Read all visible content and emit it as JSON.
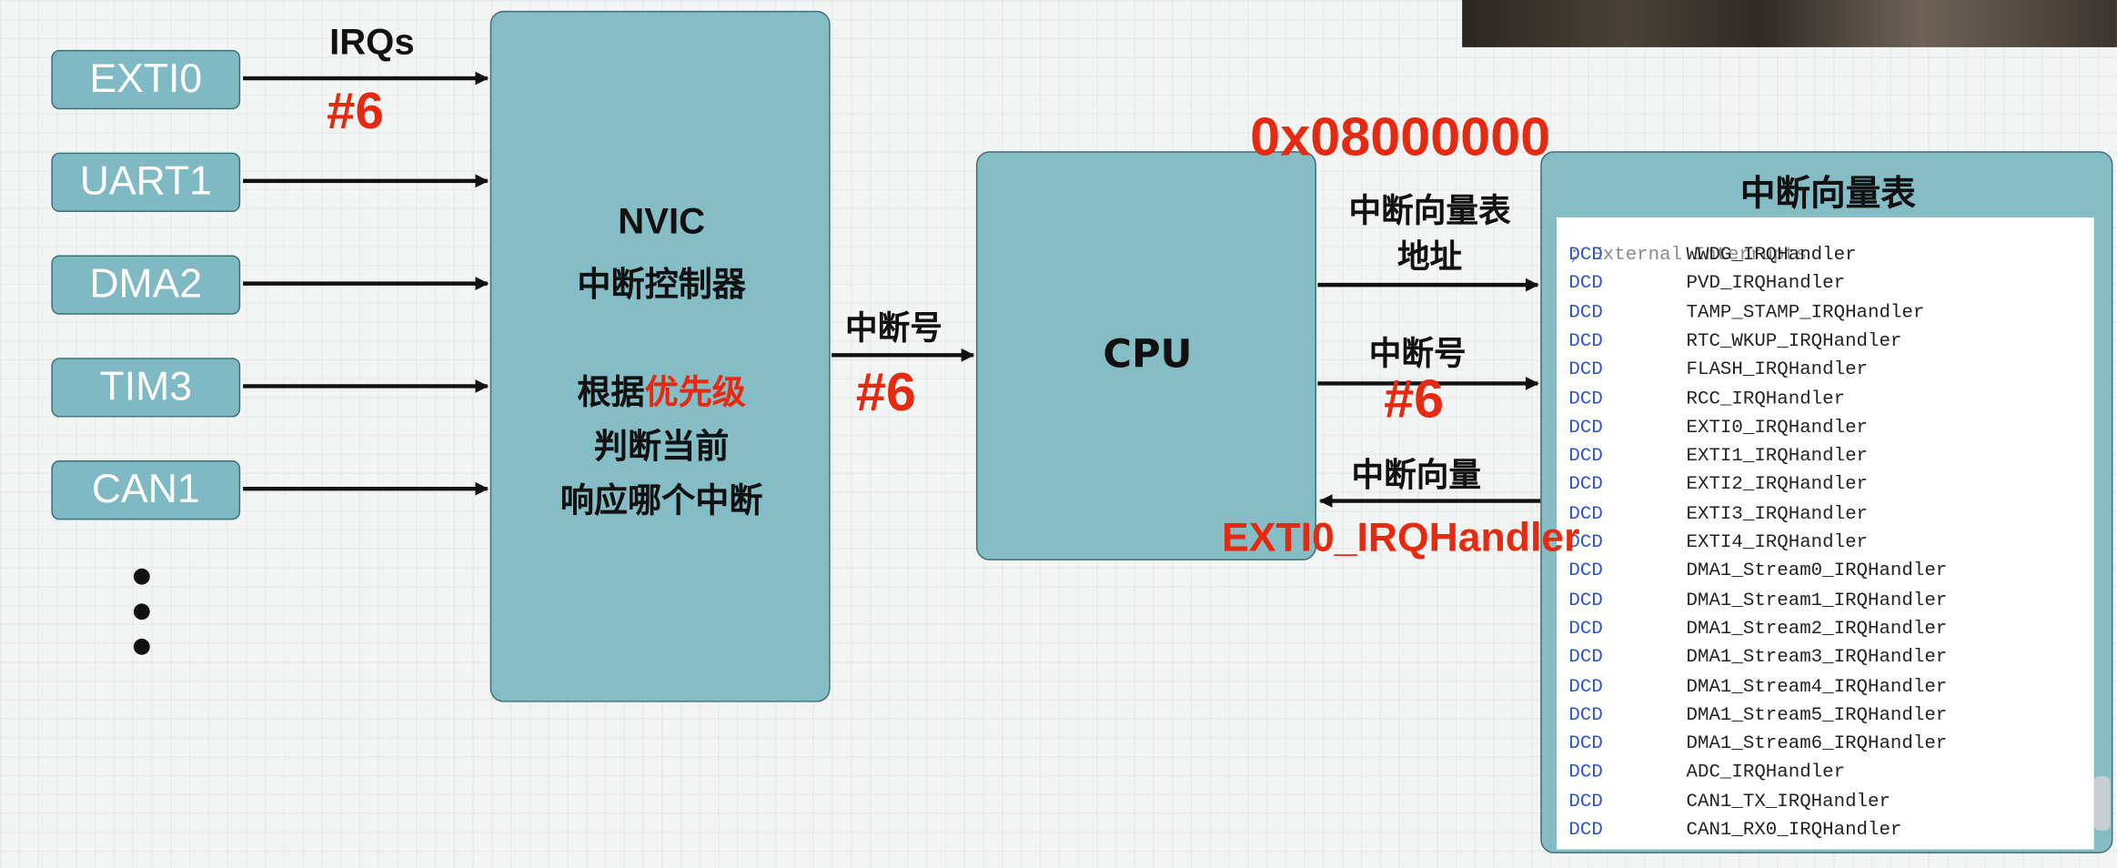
{
  "sources": [
    {
      "label": "EXTI0"
    },
    {
      "label": "UART1"
    },
    {
      "label": "DMA2"
    },
    {
      "label": "TIM3"
    },
    {
      "label": "CAN1"
    }
  ],
  "labels": {
    "irqs": "IRQs",
    "irq_num_left": "#6",
    "irq_num_mid_label": "中断号",
    "irq_num_mid": "#6",
    "address_hex": "0x08000000",
    "vt_addr_line1": "中断向量表",
    "vt_addr_line2": "地址",
    "irq_num_right_label": "中断号",
    "irq_num_right": "#6",
    "vector_label": "中断向量",
    "handler_name": "EXTI0_IRQHandler"
  },
  "nvic": {
    "title": "NVIC",
    "subtitle": "中断控制器",
    "line1_pre": "根据",
    "line1_highlight": "优先级",
    "line2": "判断当前",
    "line3": "响应哪个中断"
  },
  "cpu": {
    "label": "CPU"
  },
  "vector_table": {
    "title": "中断向量表",
    "comment": "; External Interrupts",
    "keyword": "DCD",
    "entries": [
      "WWDG_IRQHandler",
      "PVD_IRQHandler",
      "TAMP_STAMP_IRQHandler",
      "RTC_WKUP_IRQHandler",
      "FLASH_IRQHandler",
      "RCC_IRQHandler",
      "EXTI0_IRQHandler",
      "EXTI1_IRQHandler",
      "EXTI2_IRQHandler",
      "EXTI3_IRQHandler",
      "EXTI4_IRQHandler",
      "DMA1_Stream0_IRQHandler",
      "DMA1_Stream1_IRQHandler",
      "DMA1_Stream2_IRQHandler",
      "DMA1_Stream3_IRQHandler",
      "DMA1_Stream4_IRQHandler",
      "DMA1_Stream5_IRQHandler",
      "DMA1_Stream6_IRQHandler",
      "ADC_IRQHandler",
      "CAN1_TX_IRQHandler",
      "CAN1_RX0_IRQHandler"
    ]
  },
  "colors": {
    "box_fill": "#84bdc6",
    "highlight_red": "#e52a12",
    "keyword_blue": "#2f56c6"
  }
}
